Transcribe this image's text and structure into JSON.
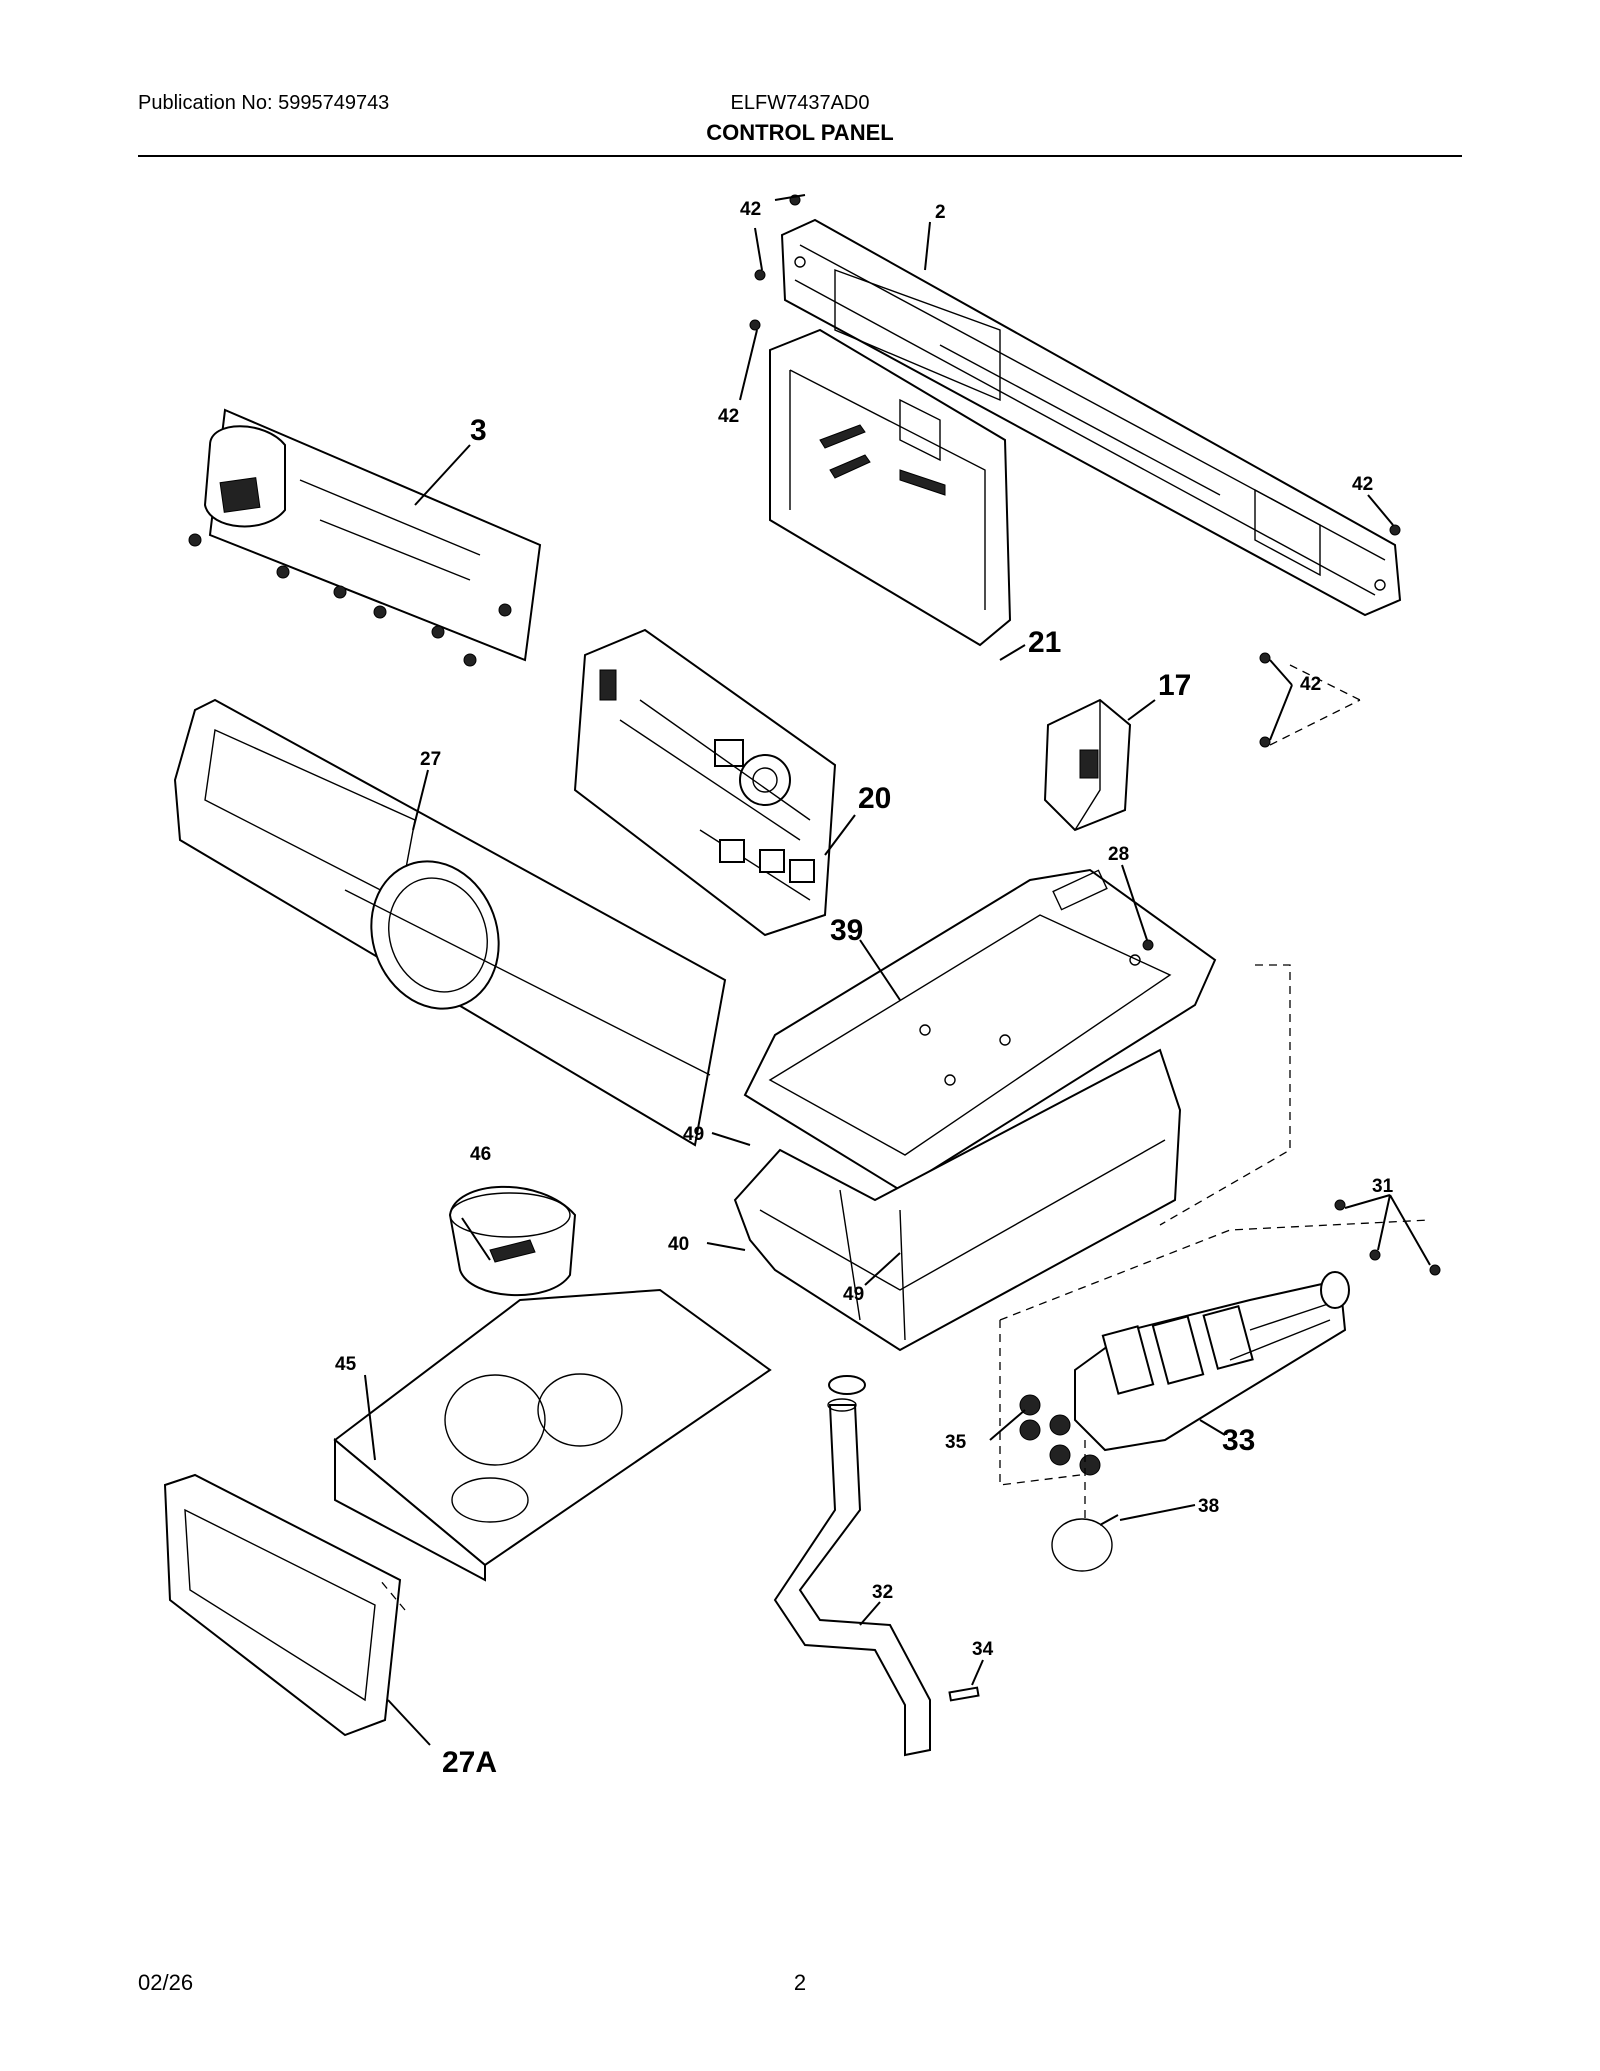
{
  "header": {
    "publication": "Publication No: 5995749743",
    "model": "ELFW7437AD0",
    "title": "CONTROL PANEL"
  },
  "footer": {
    "date": "02/26",
    "page": "2"
  },
  "callouts": {
    "p2": "2",
    "p3": "3",
    "p17": "17",
    "p20": "20",
    "p21": "21",
    "p27": "27",
    "p27a": "27A",
    "p28": "28",
    "p31": "31",
    "p32": "32",
    "p33": "33",
    "p34": "34",
    "p35": "35",
    "p38": "38",
    "p39": "39",
    "p40": "40",
    "p42a": "42",
    "p42b": "42",
    "p42c": "42",
    "p42d": "42",
    "p45": "45",
    "p46": "46",
    "p49a": "49",
    "p49b": "49"
  }
}
